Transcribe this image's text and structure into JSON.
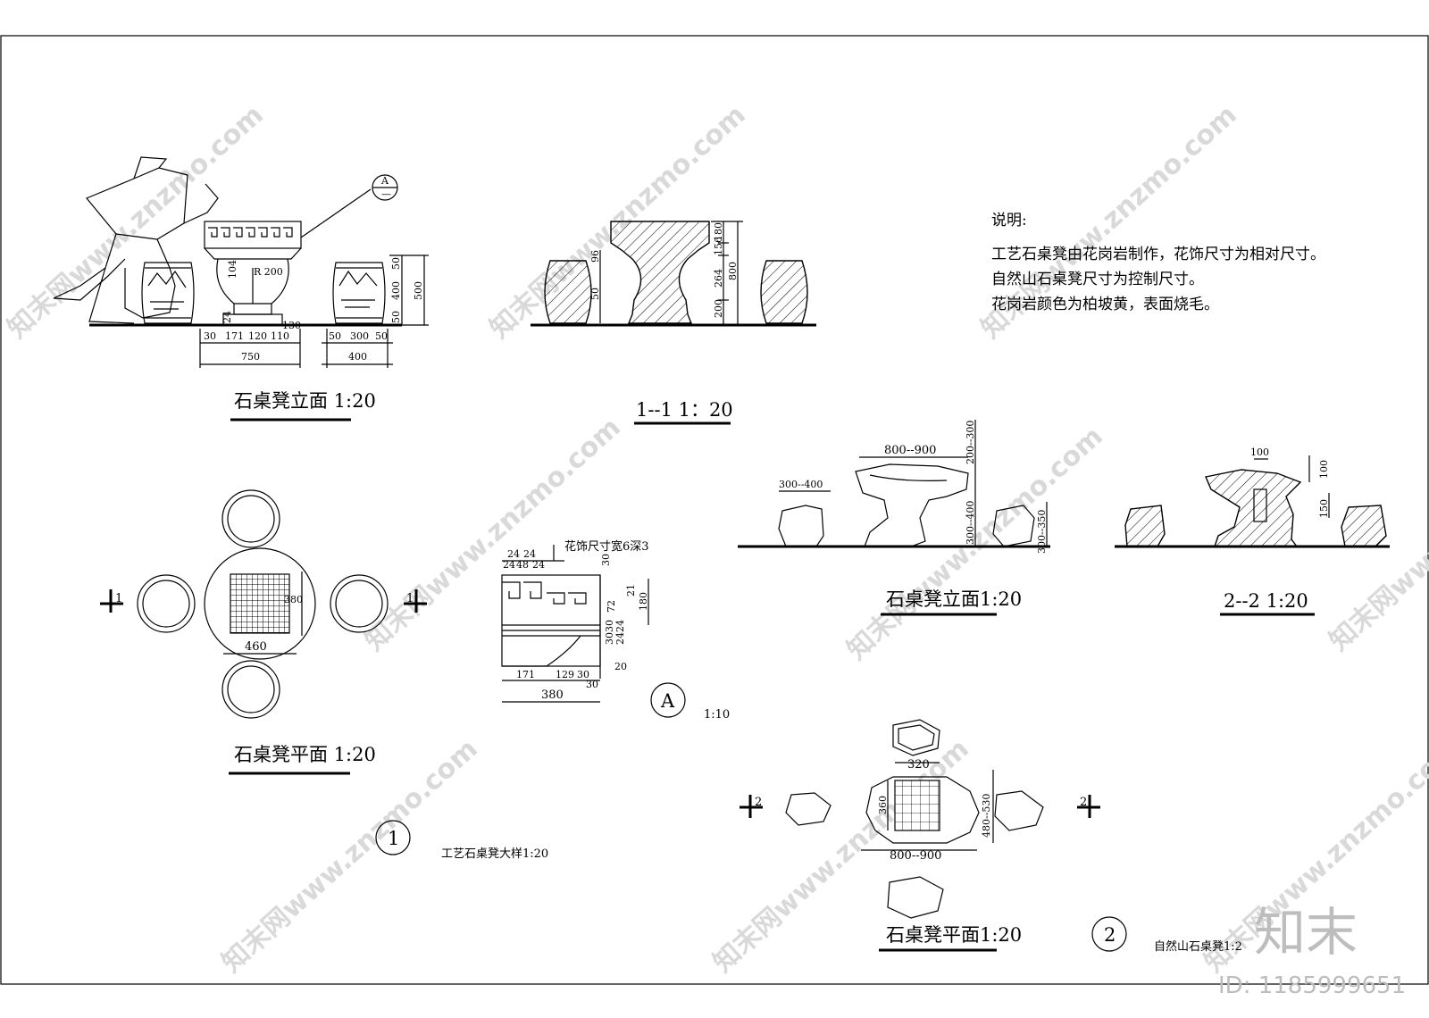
{
  "watermark": {
    "text": "知末网www.znzmo.com",
    "logo": "知末",
    "id": "ID: 1185999651"
  },
  "notes": {
    "title": "说明:",
    "lines": [
      "工艺石桌凳由花岗岩制作，花饰尺寸为相对尺寸。",
      "自然山石桌凳尺寸为控制尺寸。",
      "花岗岩颜色为柏坡黄，表面烧毛。"
    ]
  },
  "captions": {
    "craft_elevation": "石桌凳立面 1:20",
    "section_1": "1--1   1：20",
    "craft_plan": "石桌凳平面 1:20",
    "natural_elevation": "石桌凳立面1:20",
    "section_2": "2--2   1:20",
    "natural_plan": "石桌凳平面1:20",
    "detail_a_scale": "1:10",
    "craft_detail": "工艺石桌凳大样1:20",
    "natural_detail": "自然山石桌凳1:2"
  },
  "markers": {
    "one": "1",
    "two": "2",
    "a": "A",
    "callout_top": "A",
    "callout_bottom": "—",
    "sec1": "1",
    "sec2": "2"
  },
  "detail_a": {
    "note": "花饰尺寸宽6深3"
  },
  "dims": {
    "el_30a": "30",
    "el_171": "171",
    "el_120": "120",
    "el_110": "110",
    "el_130": "130",
    "el_750": "750",
    "el_50a": "50",
    "el_300": "300",
    "el_50b": "50",
    "el_400w": "400",
    "el_50v1": "50",
    "el_400v": "400",
    "el_50v2": "50",
    "el_500": "500",
    "el_104": "104",
    "el_r200": "R 200",
    "el_24": "24",
    "s1_180": "180",
    "s1_156": "156",
    "s1_264": "264",
    "s1_200": "200",
    "s1_800": "800",
    "s1_96": "96",
    "s1_50": "50",
    "pl_380": "380",
    "pl_460": "460",
    "a_24a": "24",
    "a_24b": "24",
    "a_24c": "24",
    "a_24d": "24",
    "a_48": "48",
    "a_30": "30",
    "a_21": "21",
    "a_72": "72",
    "a_180": "180",
    "a_3030": "3030",
    "a_2424": "2424",
    "a_171": "171",
    "a_129": "129",
    "a_30b": "30",
    "a_30c": "30",
    "a_20": "20",
    "a_380": "380",
    "n_800_900": "800--900",
    "n_300_400": "300--400",
    "n_200_300": "200--300",
    "n_300_400v": "300--400",
    "n_300_350": "300--350",
    "s2_100": "100",
    "s2_100v": "100",
    "s2_150": "150",
    "np_320": "320",
    "np_360": "360",
    "np_480_530": "480--530",
    "np_800_900": "800--900"
  }
}
